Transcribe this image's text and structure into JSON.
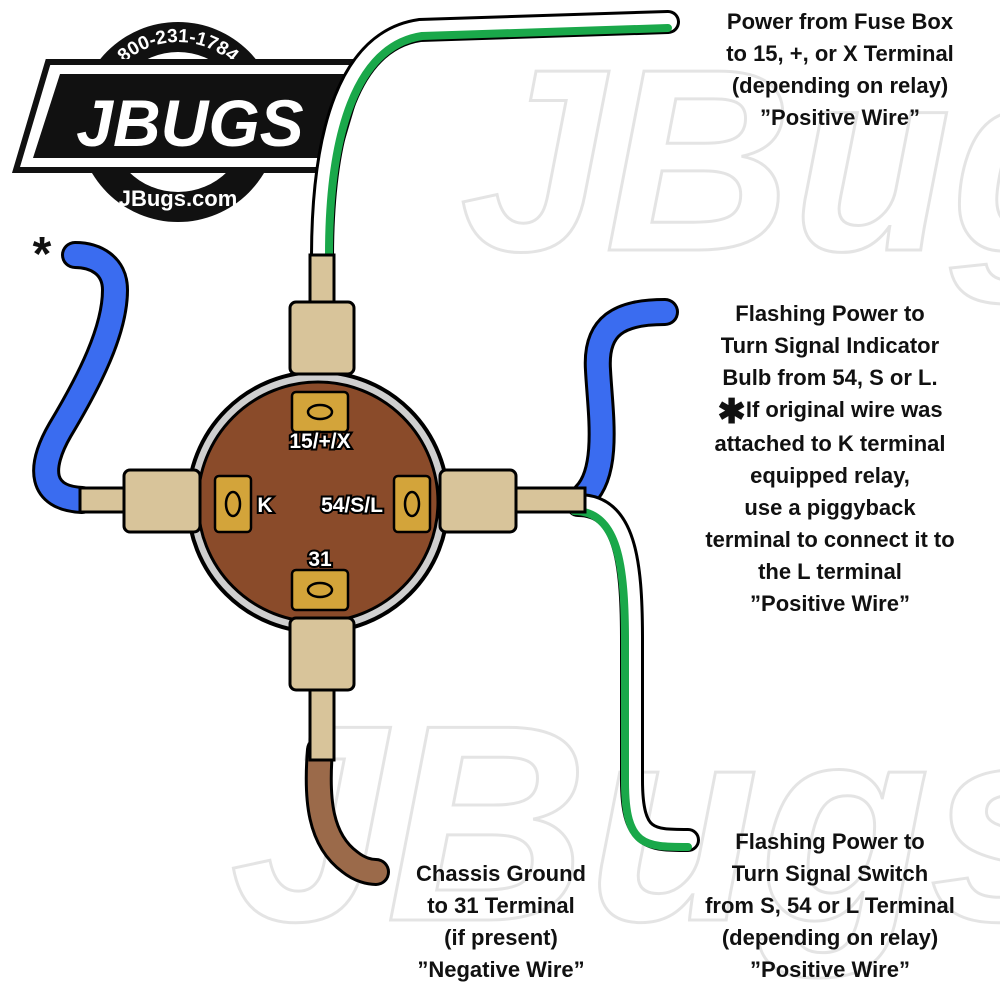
{
  "logo": {
    "phone": "800-231-1784",
    "brand": "JBUGS",
    "website": "JBugs.com"
  },
  "watermark": "JBugs",
  "relay": {
    "terminal_top": "15/+/X",
    "terminal_left": "K",
    "terminal_right": "54/S/L",
    "terminal_bottom": "31"
  },
  "asterisk": "*",
  "callouts": {
    "fuse_box": {
      "lines": [
        "Power from Fuse Box",
        "to 15, +, or X Terminal",
        "(depending on relay)",
        "”Positive Wire”"
      ]
    },
    "indicator": {
      "lines": [
        "Flashing Power to",
        "Turn Signal Indicator",
        "Bulb from 54, S or L."
      ],
      "note_star": "✱",
      "note_lines": [
        "If original wire was",
        "attached to K terminal",
        "equipped relay,",
        "use a piggyback",
        "terminal to connect it to",
        "the L terminal",
        "”Positive Wire”"
      ]
    },
    "ground": {
      "lines": [
        "Chassis Ground",
        "to 31 Terminal",
        "(if present)",
        "”Negative Wire”"
      ]
    },
    "switch": {
      "lines": [
        "Flashing Power to",
        "Turn Signal Switch",
        "from S, 54 or L Terminal",
        "(depending on relay)",
        "”Positive Wire”"
      ]
    }
  },
  "colors": {
    "relay_body": "#8a4b2a",
    "relay_rim": "#cfcfcf",
    "connector": "#d8c49a",
    "terminal": "#d3a43a",
    "wire_green": "#1aa84a",
    "wire_blue": "#3a6cf0",
    "wire_brown": "#9b6a4a"
  }
}
